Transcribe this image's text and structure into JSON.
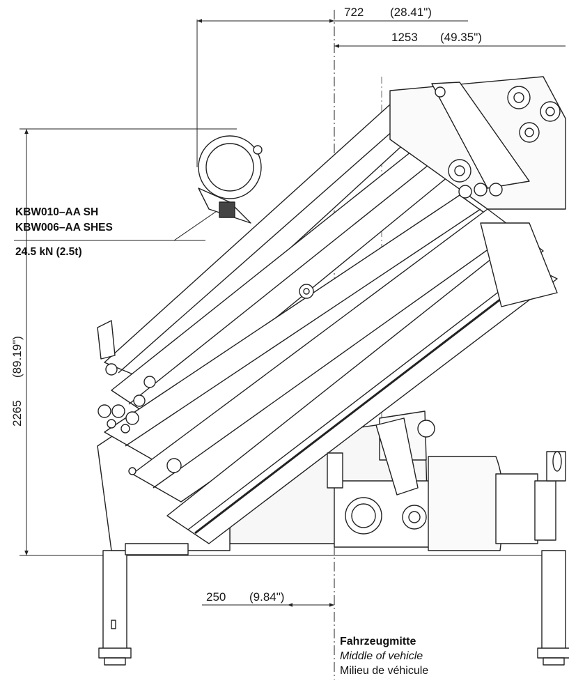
{
  "dimensions": {
    "top_offset": {
      "value": "722",
      "imperial": "(28.41\")"
    },
    "reach": {
      "value": "1253",
      "imperial": "(49.35\")"
    },
    "height": {
      "value": "2265",
      "imperial": "(89.19\")"
    },
    "bottom_offset": {
      "value": "250",
      "imperial": "(9.84\")"
    }
  },
  "models": {
    "line1": "KBW010–AA SH",
    "line2": "KBW006–AA SHES",
    "capacity": "24.5 kN (2.5t)"
  },
  "vehicle_center": {
    "de": "Fahrzeugmitte",
    "en": "Middle of vehicle",
    "fr": "Milieu de véhicule"
  }
}
